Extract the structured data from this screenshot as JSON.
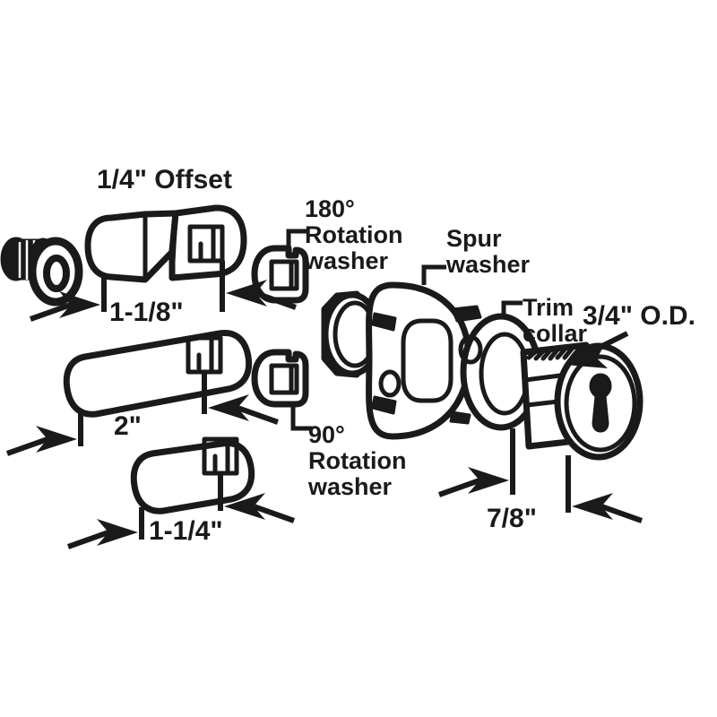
{
  "diagram": {
    "title": "Cam lock exploded assembly diagram",
    "background_color": "#ffffff",
    "line_color": "#1a1a1a",
    "labels": {
      "offset_title": "1/4\" Offset",
      "rotation_180": "180°",
      "rotation_180_line2": "Rotation",
      "rotation_180_line3": "washer",
      "rotation_90": "90°",
      "rotation_90_line2": "Rotation",
      "rotation_90_line3": "washer",
      "spur_washer_line1": "Spur",
      "spur_washer_line2": "washer",
      "trim_collar_line1": "Trim",
      "trim_collar_line2": "collar",
      "od_dimension": "3/4\" O.D."
    },
    "dimensions": {
      "cam_offset": "1-1/8\"",
      "cam_long": "2\"",
      "cam_short": "1-1/4\"",
      "barrel_length": "7/8\""
    },
    "parts": [
      {
        "name": "mounting-screw",
        "label": ""
      },
      {
        "name": "offset-cam-arm",
        "label": "1-1/8\""
      },
      {
        "name": "straight-cam-arm-long",
        "label": "2\""
      },
      {
        "name": "straight-cam-arm-short",
        "label": "1-1/4\""
      },
      {
        "name": "rotation-washer-180",
        "label": "180° Rotation washer"
      },
      {
        "name": "rotation-washer-90",
        "label": "90° Rotation washer"
      },
      {
        "name": "hex-nut",
        "label": ""
      },
      {
        "name": "spur-washer",
        "label": "Spur washer"
      },
      {
        "name": "trim-collar",
        "label": "Trim collar"
      },
      {
        "name": "lock-cylinder",
        "label": "3/4\" O.D."
      },
      {
        "name": "keyhole",
        "label": ""
      }
    ]
  }
}
